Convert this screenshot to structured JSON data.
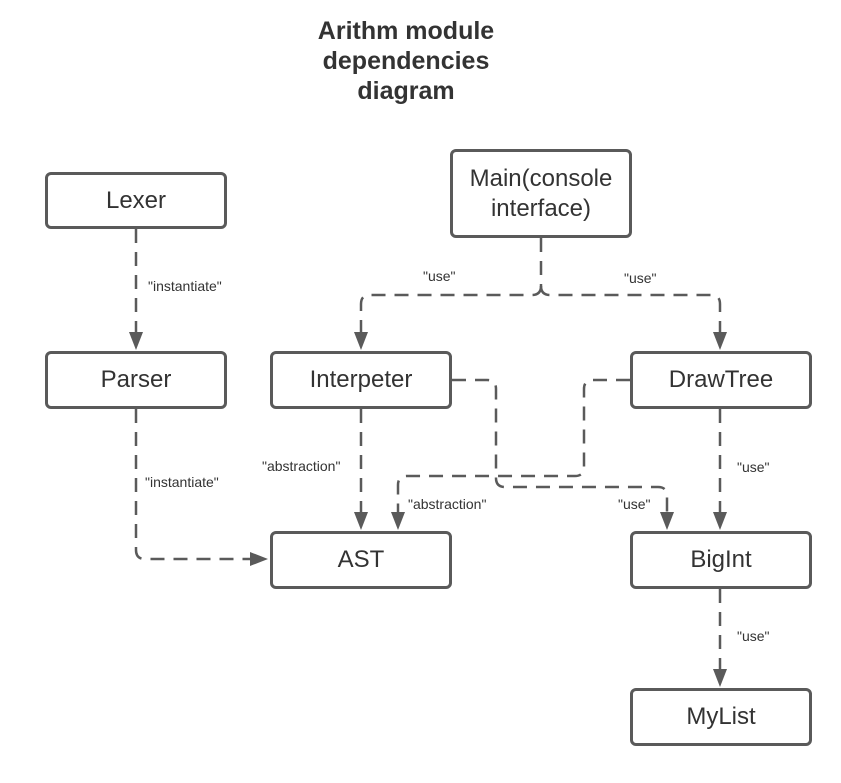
{
  "title": {
    "line1": "Arithm module",
    "line2": "dependencies",
    "line3": "diagram"
  },
  "nodes": {
    "lexer": "Lexer",
    "parser": "Parser",
    "main": "Main(console interface)",
    "interpeter": "Interpeter",
    "drawtree": "DrawTree",
    "ast": "AST",
    "bigint": "BigInt",
    "mylist": "MyList"
  },
  "edges": {
    "lexer_parser": "\"instantiate\"",
    "parser_ast": "\"instantiate\"",
    "main_interpeter": "\"use\"",
    "main_drawtree": "\"use\"",
    "interpeter_ast": "\"abstraction\"",
    "drawtree_ast": "\"abstraction\"",
    "interpeter_bigint": "\"use\"",
    "drawtree_bigint": "\"use\"",
    "bigint_mylist": "\"use\""
  },
  "colors": {
    "line": "#5a5a5a",
    "text": "#333333",
    "background": "#ffffff"
  }
}
